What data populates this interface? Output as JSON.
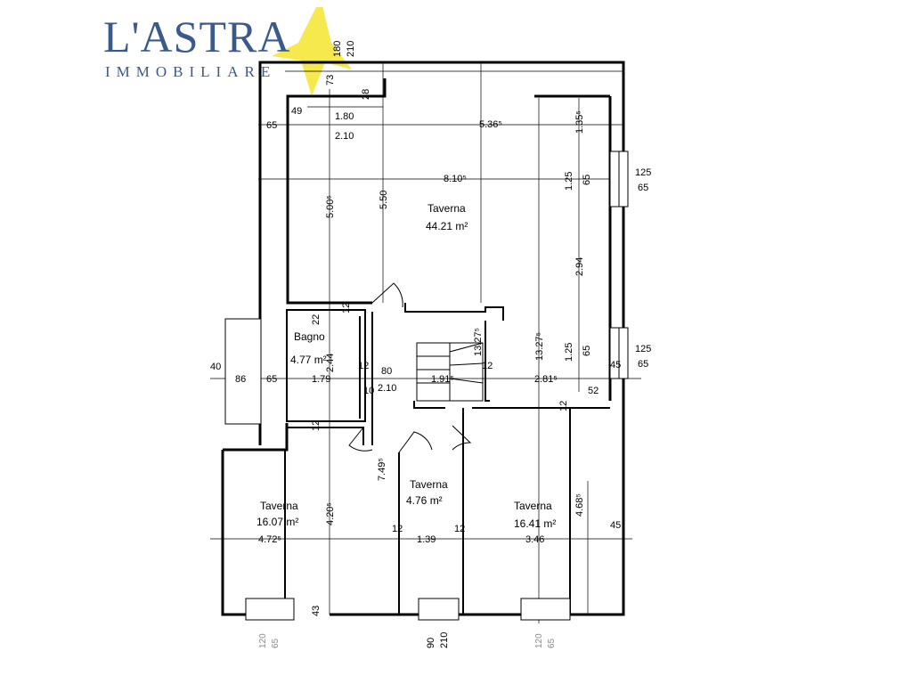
{
  "brand": {
    "name": "L'ASTRA",
    "tagline": "IMMOBILIARE",
    "colors": {
      "text": "#3a5a8c",
      "star": "#f4e73a"
    }
  },
  "rooms": [
    {
      "id": "taverna-main",
      "name": "Taverna",
      "area": "44.21 m²"
    },
    {
      "id": "bagno",
      "name": "Bagno",
      "area": "4.77 m²"
    },
    {
      "id": "taverna-left",
      "name": "Taverna",
      "area": "16.07 m²"
    },
    {
      "id": "taverna-center",
      "name": "Taverna",
      "area": "4.76 m²"
    },
    {
      "id": "taverna-right",
      "name": "Taverna",
      "area": "16.41 m²"
    }
  ],
  "dimensions": {
    "d_180": "180",
    "d_210_top": "210",
    "d_73": "73",
    "d_28": "28",
    "d_49": "49",
    "d_65_top": "65",
    "d_1_80": "1.80",
    "d_2_10_top": "2.10",
    "d_5_36": "5.36⁵",
    "d_1_35": "1.35⁵",
    "d_8_10": "8.10⁵",
    "d_1_25_a": "1.25",
    "d_65_win_a": "65",
    "d_125_a": "125",
    "d_65_ra": "65",
    "d_5_00": "5.00⁵",
    "d_5_50": "5.50",
    "d_2_94": "2.94",
    "d_22": "22",
    "d_12_bagno": "12",
    "d_13_27_stair": "13.27⁵",
    "d_13_27": "13.27⁵",
    "d_1_25_b": "1.25",
    "d_65_win_b": "65",
    "d_125_b": "125",
    "d_65_rb": "65",
    "d_40": "40",
    "d_86": "86",
    "d_65_mid": "65",
    "d_1_79": "1.79",
    "d_2_44": "2.44",
    "d_12_a": "12",
    "d_80": "80",
    "d_10": "10",
    "d_2_10": "2.10",
    "d_1_91": "1.91⁵",
    "d_12_b": "12",
    "d_2_81": "2.81⁵",
    "d_45_a": "45",
    "d_52": "52",
    "d_12_c": "12",
    "d_12_d": "12",
    "d_7_49": "7.49⁵",
    "d_4_20": "4.20⁵",
    "d_4_68": "4.68⁵",
    "d_4_72": "4.72⁵",
    "d_12_e": "12",
    "d_1_39": "1.39",
    "d_12_f": "12",
    "d_3_46": "3.46",
    "d_45_b": "45",
    "d_43": "43",
    "d_120_l": "120",
    "d_65_l": "65",
    "d_90": "90",
    "d_210_b": "210",
    "d_120_r": "120",
    "d_65_r": "65"
  }
}
